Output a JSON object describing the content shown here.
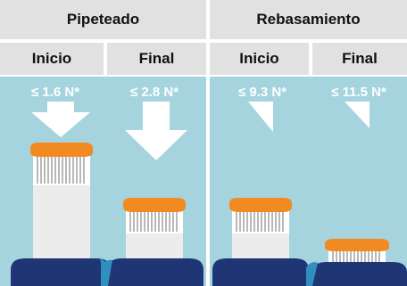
{
  "headers": {
    "pipetting": "Pipeteado",
    "overshoot": "Rebasamiento"
  },
  "columns": [
    {
      "label": "Inicio",
      "force": "≤ 1.6 N*",
      "plunger_depressed": 0
    },
    {
      "label": "Final",
      "force": "≤ 2.8 N*",
      "plunger_depressed": 0.5
    },
    {
      "label": "Inicio",
      "force": "≤ 9.3 N*",
      "plunger_depressed": 0.55
    },
    {
      "label": "Final",
      "force": "≤ 11.5 N*",
      "plunger_depressed": 1
    }
  ],
  "icons": {
    "force_arrow": "down-arrow-icon",
    "plunger": "pipette-plunger-icon"
  },
  "colors": {
    "header_bg": "#e1e1e1",
    "panel_bg": "#a5d4df",
    "cap_orange": "#f28a22",
    "body_navy": "#1f3574",
    "plunger_light": "#ececec"
  }
}
